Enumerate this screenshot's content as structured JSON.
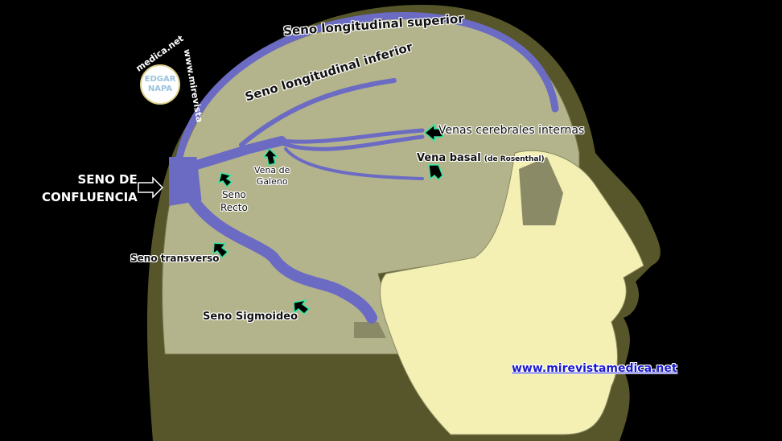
{
  "labels": {
    "superior": "Seno    longitudinal    superior",
    "inferior": "Seno  longitudinal  inferior",
    "venas_internas": "Venas cerebrales internas",
    "vena_basal": "Vena basal",
    "vena_basal_sub": "(de Rosenthal)",
    "vena_galeno_1": "Vena de",
    "vena_galeno_2": "Galeno",
    "seno_recto_1": "Seno",
    "seno_recto_2": "Recto",
    "confluencia_1": "SENO DE",
    "confluencia_2": "CONFLUENCIA",
    "transverso": "Seno transverso",
    "sigmoideo": "Seno Sigmoideo"
  },
  "logo": {
    "line1": "EDGAR",
    "line2": "NAPA",
    "ring_left": "medica.net",
    "ring_right": "www.mirevista"
  },
  "website": "www.mirevistamedica.net",
  "colors": {
    "vein": "#6b6bc4",
    "skull": "#b4b48c",
    "face": "#f4f0b4",
    "head": "#56562a",
    "arrow_outline": "#2ee8a0"
  }
}
